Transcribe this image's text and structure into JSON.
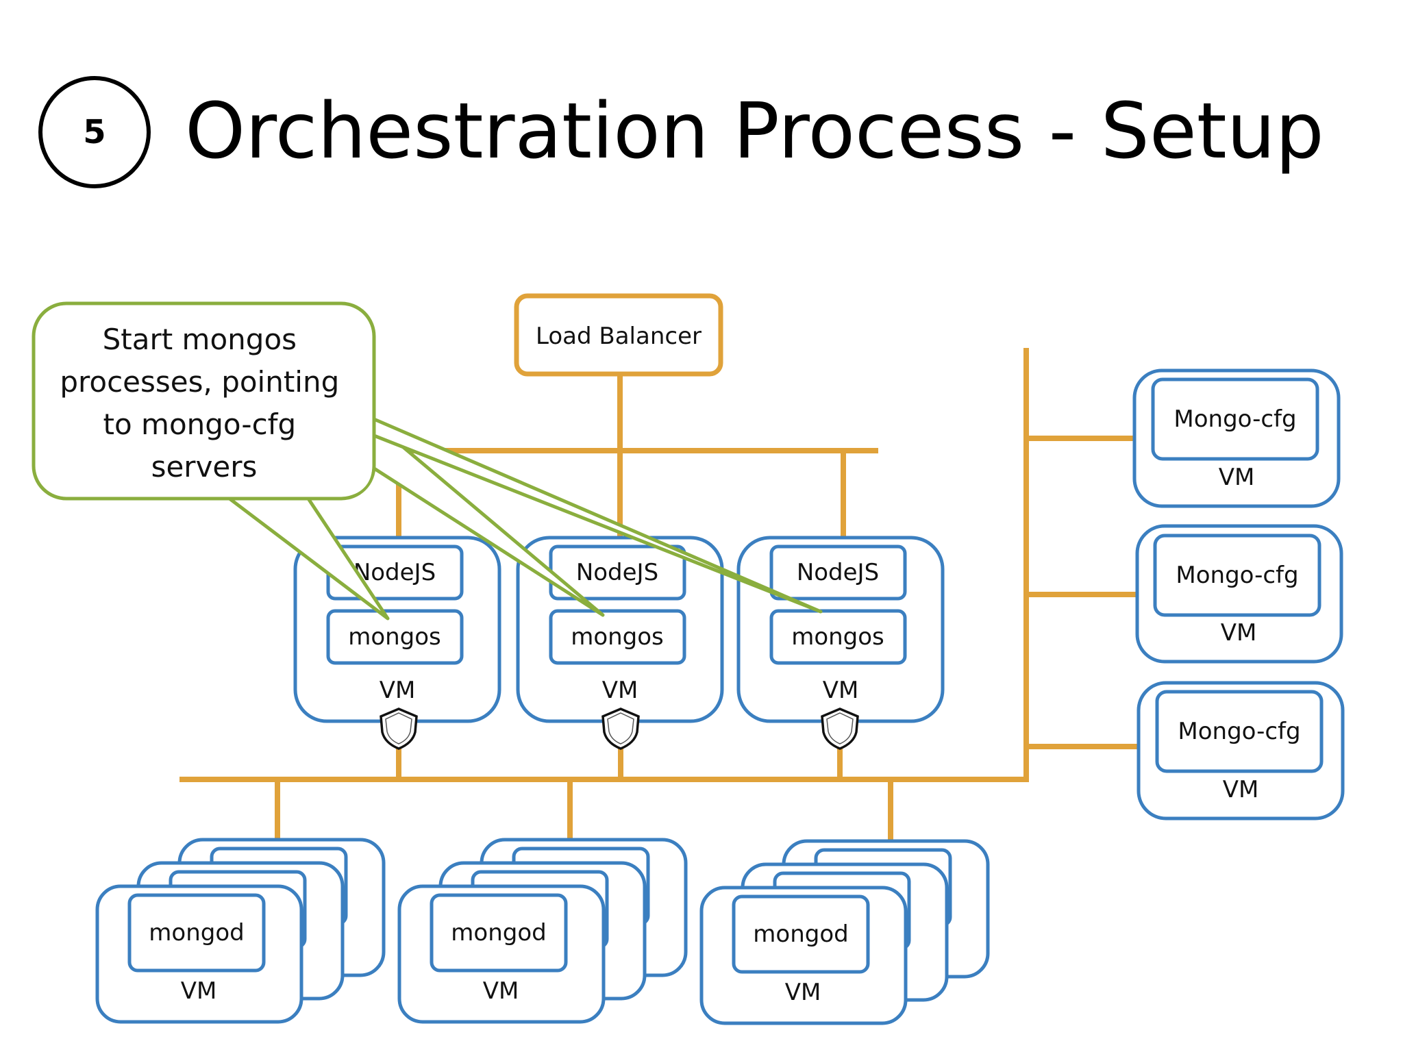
{
  "header": {
    "step_number": "5",
    "title": "Orchestration Process - Setup"
  },
  "callout": {
    "lines": [
      "Start mongos",
      "processes, pointing",
      "to mongo-cfg",
      "servers"
    ]
  },
  "load_balancer": {
    "label": "Load Balancer"
  },
  "app_servers": [
    {
      "app_label": "NodeJS",
      "router_label": "mongos",
      "vm_label": "VM"
    },
    {
      "app_label": "NodeJS",
      "router_label": "mongos",
      "vm_label": "VM"
    },
    {
      "app_label": "NodeJS",
      "router_label": "mongos",
      "vm_label": "VM"
    }
  ],
  "config_servers": [
    {
      "label": "Mongo-cfg",
      "vm_label": "VM"
    },
    {
      "label": "Mongo-cfg",
      "vm_label": "VM"
    },
    {
      "label": "Mongo-cfg",
      "vm_label": "VM"
    }
  ],
  "shards": [
    {
      "label": "mongod",
      "vm_label": "VM"
    },
    {
      "label": "mongod",
      "vm_label": "VM"
    },
    {
      "label": "mongod",
      "vm_label": "VM"
    }
  ],
  "colors": {
    "network_line": "#E0A23A",
    "vm_border": "#3B7FC0",
    "callout_border": "#8AAE3E",
    "title_text": "#000000"
  }
}
